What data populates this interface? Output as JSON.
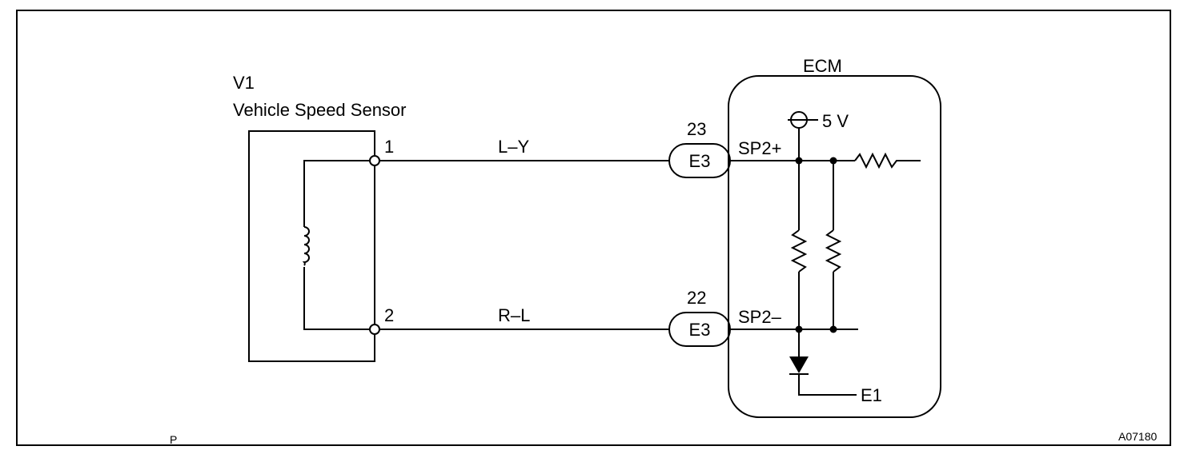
{
  "sensor": {
    "id": "V1",
    "name": "Vehicle Speed Sensor",
    "pin1": "1",
    "pin2": "2"
  },
  "wires": {
    "top": "L–Y",
    "bottom": "R–L"
  },
  "connectors": [
    {
      "pin": "23",
      "name": "E3"
    },
    {
      "pin": "22",
      "name": "E3"
    }
  ],
  "ecm": {
    "title": "ECM",
    "sp_plus": "SP2+",
    "sp_minus": "SP2–",
    "supply": "5 V",
    "ground": "E1"
  },
  "footer": {
    "left_mark": "P",
    "figure_code": "A07180"
  }
}
